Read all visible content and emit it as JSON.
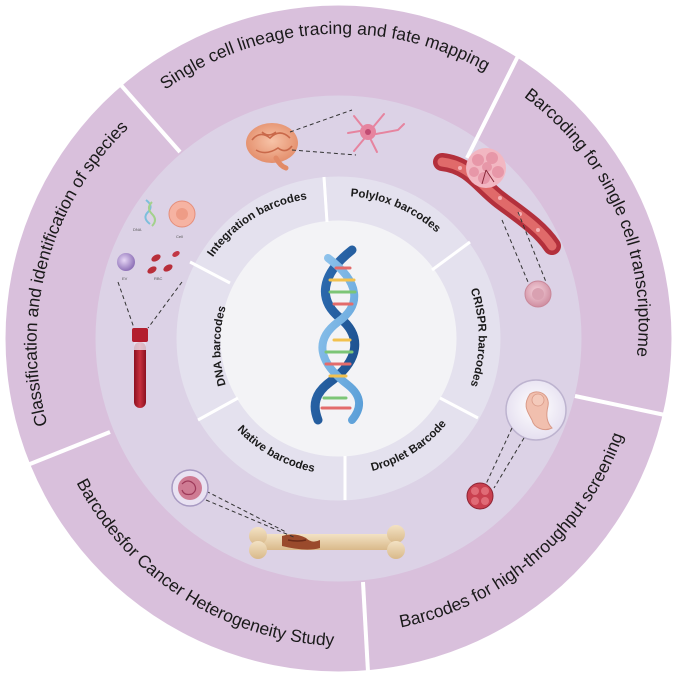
{
  "diagram": {
    "outer_sectors": [
      {
        "id": "lineage",
        "label": "Single cell lineage  tracing and fate mapping"
      },
      {
        "id": "transcriptome",
        "label": "Barcoding for single cell transcriptome"
      },
      {
        "id": "screening",
        "label": "Barcodes for high-throughput screening"
      },
      {
        "id": "cancer",
        "label": "Barcodesfor  Cancer Heterogeneity Study"
      },
      {
        "id": "species",
        "label": "Classification and identification of species"
      }
    ],
    "inner_segments": [
      {
        "id": "polylox",
        "label": "Polylox barcodes"
      },
      {
        "id": "crispr",
        "label": "CRISPR barcodes"
      },
      {
        "id": "droplet",
        "label": "Droplet Barcodes"
      },
      {
        "id": "native",
        "label": "Native barcodes"
      },
      {
        "id": "dna",
        "label": "DNA barcodes"
      },
      {
        "id": "integration",
        "label": "Integration barcodes"
      }
    ],
    "illustration_labels": {
      "dna": "DNA",
      "cell": "Cell",
      "ev": "EV",
      "rbc": "RBC"
    },
    "colors": {
      "outer_ring": "#d9c0dc",
      "middle_ring": "#dcd2e6",
      "inner_ring": "#e4e1ee",
      "center": "#f3f3f6"
    }
  }
}
